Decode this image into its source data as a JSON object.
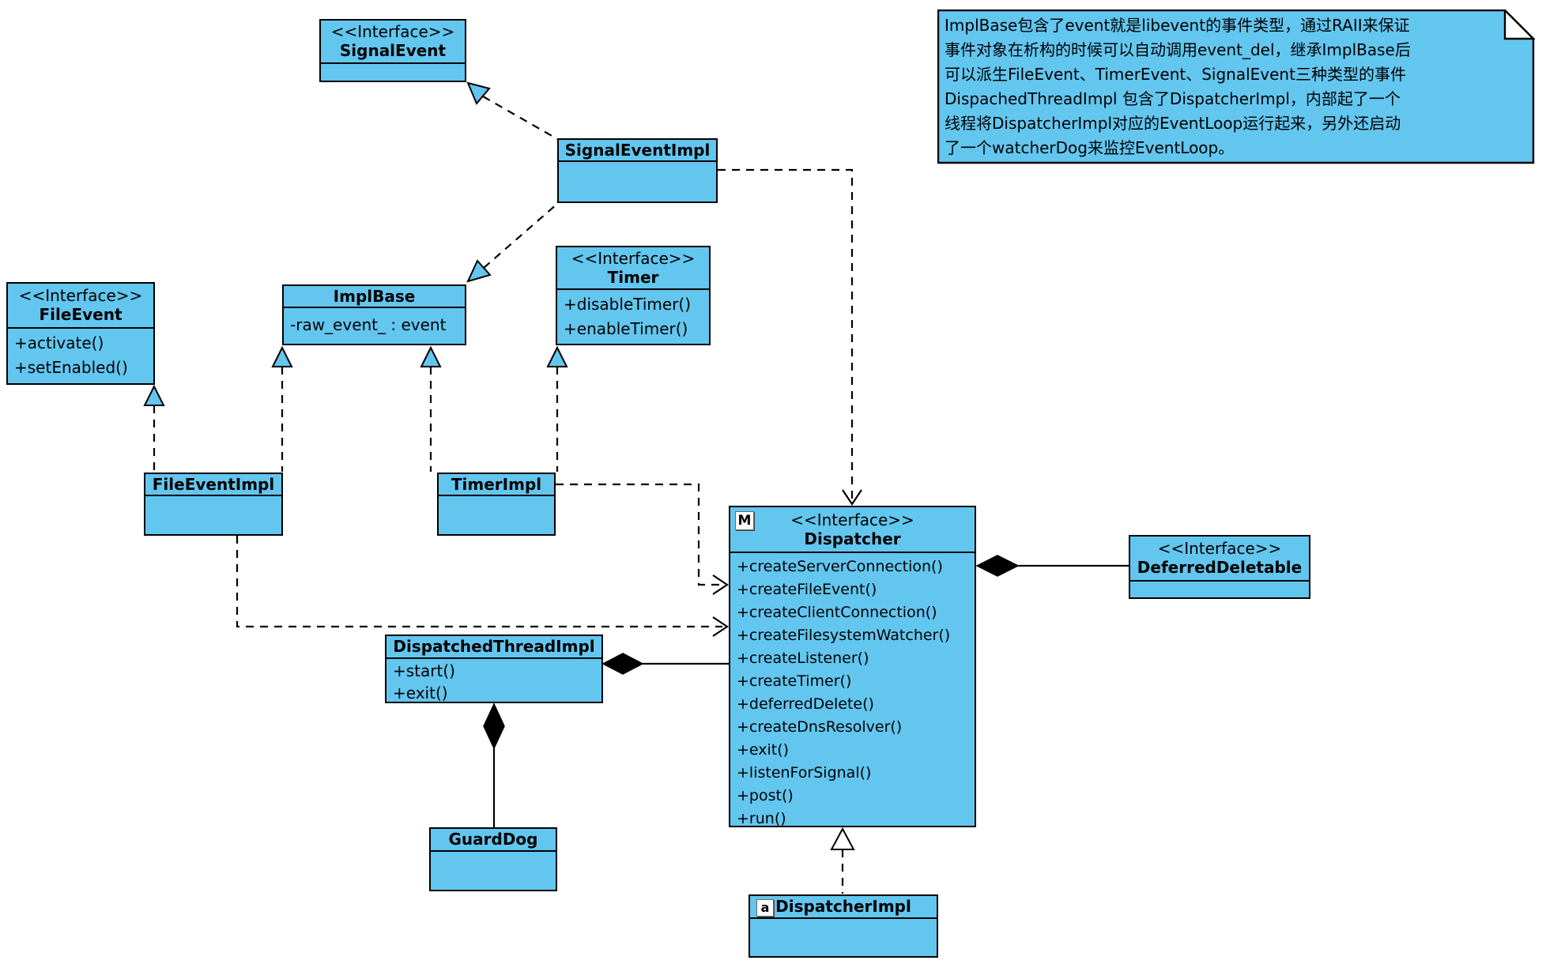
{
  "note": {
    "lines": [
      "ImplBase包含了event就是libevent的事件类型，通过RAII来保证",
      "事件对象在析构的时候可以自动调用event_del，继承ImplBase后",
      "可以派生FileEvent、TimerEvent、SignalEvent三种类型的事件",
      "DispachedThreadImpl 包含了DispatcherImpl，内部起了一个",
      "线程将DispatcherImpl对应的EventLoop运行起来，另外还启动",
      "了一个watcherDog来监控EventLoop。"
    ]
  },
  "classes": {
    "signal_event": {
      "stereotype": "<<Interface>>",
      "name": "SignalEvent",
      "members": []
    },
    "signal_event_impl": {
      "name": "SignalEventImpl",
      "members": []
    },
    "impl_base": {
      "name": "ImplBase",
      "members": [
        "-raw_event_ : event"
      ]
    },
    "timer": {
      "stereotype": "<<Interface>>",
      "name": "Timer",
      "members": [
        "+disableTimer()",
        "+enableTimer()"
      ]
    },
    "file_event": {
      "stereotype": "<<Interface>>",
      "name": "FileEvent",
      "members": [
        "+activate()",
        "+setEnabled()"
      ]
    },
    "file_event_impl": {
      "name": "FileEventImpl",
      "members": []
    },
    "timer_impl": {
      "name": "TimerImpl",
      "members": []
    },
    "dispatcher": {
      "badge": "M",
      "stereotype": "<<Interface>>",
      "name": "Dispatcher",
      "members": [
        "+createServerConnection()",
        "+createFileEvent()",
        "+createClientConnection()",
        "+createFilesystemWatcher()",
        "+createListener()",
        "+createTimer()",
        "+deferredDelete()",
        "+createDnsResolver()",
        "+exit()",
        "+listenForSignal()",
        "+post()",
        "+run()"
      ]
    },
    "deferred_deletable": {
      "stereotype": "<<Interface>>",
      "name": "DeferredDeletable",
      "members": []
    },
    "dispatched_thread_impl": {
      "name": "DispatchedThreadImpl",
      "members": [
        "+start()",
        "+exit()"
      ]
    },
    "guard_dog": {
      "name": "GuardDog",
      "members": []
    },
    "dispatcher_impl": {
      "badge": "a",
      "name": "DispatcherImpl",
      "members": []
    }
  },
  "relationships": [
    {
      "from": "SignalEventImpl",
      "to": "SignalEvent",
      "type": "realization"
    },
    {
      "from": "SignalEventImpl",
      "to": "ImplBase",
      "type": "generalization"
    },
    {
      "from": "FileEventImpl",
      "to": "FileEvent",
      "type": "realization"
    },
    {
      "from": "FileEventImpl",
      "to": "ImplBase",
      "type": "generalization"
    },
    {
      "from": "TimerImpl",
      "to": "ImplBase",
      "type": "generalization"
    },
    {
      "from": "TimerImpl",
      "to": "Timer",
      "type": "realization"
    },
    {
      "from": "SignalEventImpl",
      "to": "Dispatcher",
      "type": "dependency"
    },
    {
      "from": "TimerImpl",
      "to": "Dispatcher",
      "type": "dependency"
    },
    {
      "from": "FileEventImpl",
      "to": "Dispatcher",
      "type": "dependency"
    },
    {
      "from": "DispatchedThreadImpl",
      "to": "Dispatcher",
      "type": "composition"
    },
    {
      "from": "DispatchedThreadImpl",
      "to": "GuardDog",
      "type": "composition"
    },
    {
      "from": "Dispatcher",
      "to": "DeferredDeletable",
      "type": "composition"
    },
    {
      "from": "DispatcherImpl",
      "to": "Dispatcher",
      "type": "realization"
    }
  ],
  "colors": {
    "class_fill": "#62C6EF",
    "note_fill": "#62C6EF",
    "line": "#000000",
    "composition_diamond": "#000000",
    "background": "#FFFFFF"
  }
}
